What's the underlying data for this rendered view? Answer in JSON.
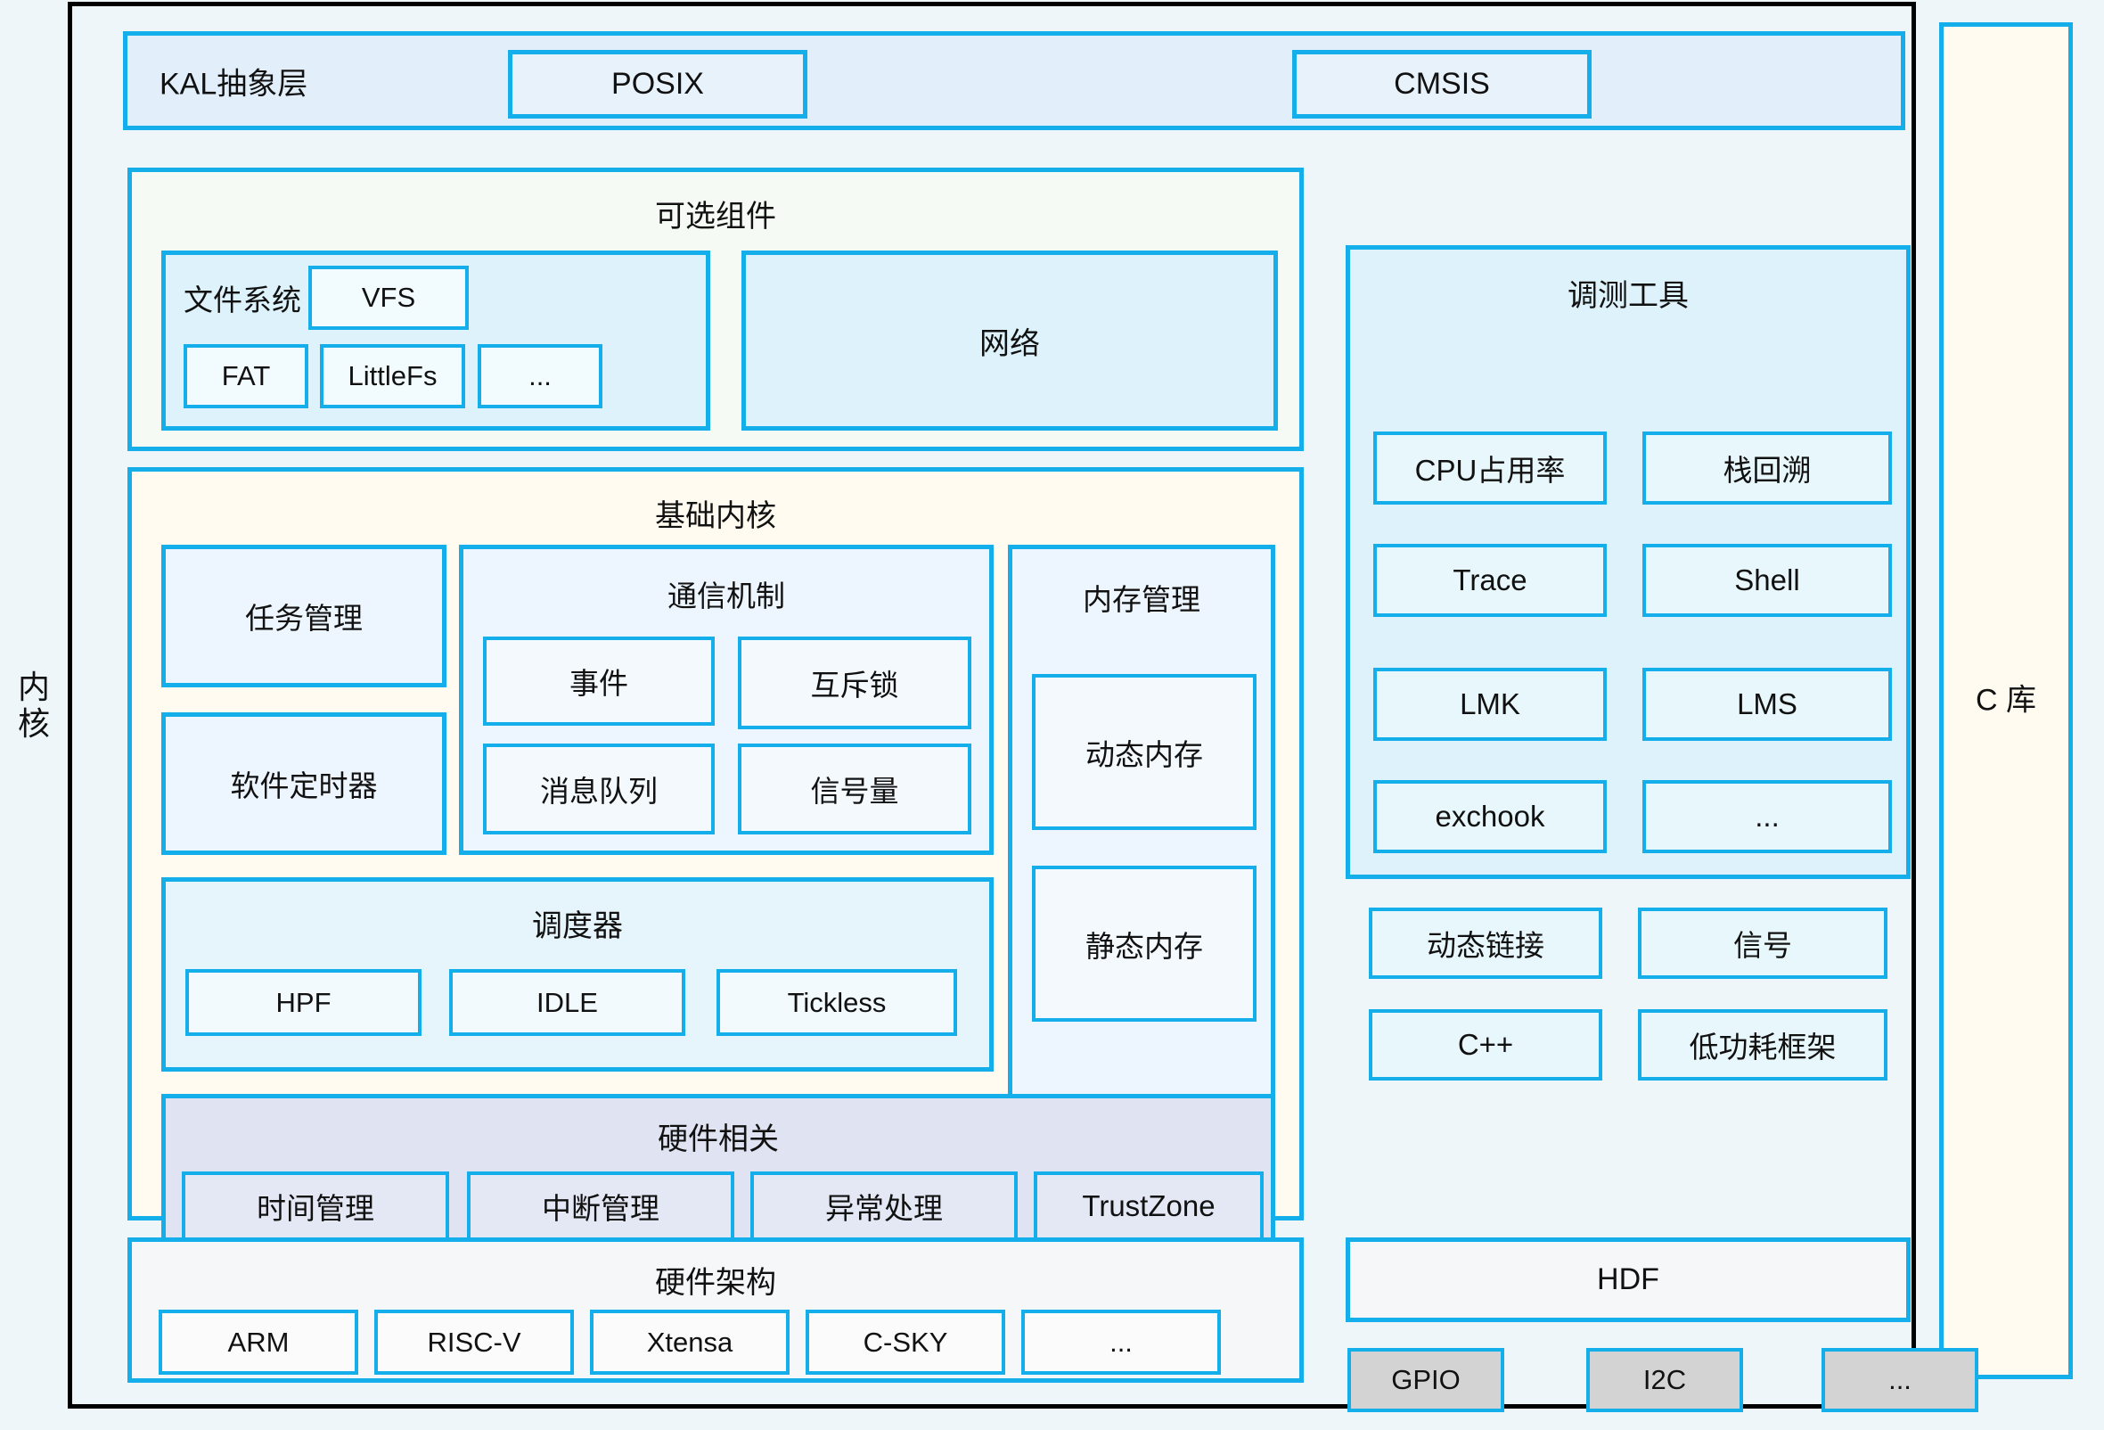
{
  "outer": {
    "kernel_label": "内\n核",
    "clib_label": "C\n库"
  },
  "kal": {
    "title": "KAL抽象层",
    "items": [
      {
        "label": "POSIX"
      },
      {
        "label": "CMSIS"
      }
    ]
  },
  "optional": {
    "title": "可选组件",
    "filesystem": {
      "title": "文件系统",
      "items": [
        {
          "label": "VFS"
        },
        {
          "label": "FAT"
        },
        {
          "label": "LittleFs"
        },
        {
          "label": "..."
        }
      ]
    },
    "network": {
      "label": "网络"
    }
  },
  "base_kernel": {
    "title": "基础内核",
    "task_management": "任务管理",
    "software_timer": "软件定时器",
    "communication": {
      "title": "通信机制",
      "items": [
        {
          "label": "事件"
        },
        {
          "label": "互斥锁"
        },
        {
          "label": "消息队列"
        },
        {
          "label": "信号量"
        }
      ]
    },
    "memory_management": {
      "title": "内存管理",
      "items": [
        {
          "label": "动态内存"
        },
        {
          "label": "静态内存"
        }
      ]
    },
    "scheduler": {
      "title": "调度器",
      "items": [
        {
          "label": "HPF"
        },
        {
          "label": "IDLE"
        },
        {
          "label": "Tickless"
        }
      ]
    },
    "hardware_related": {
      "title": "硬件相关",
      "items": [
        {
          "label": "时间管理"
        },
        {
          "label": "中断管理"
        },
        {
          "label": "异常处理"
        },
        {
          "label": "TrustZone"
        }
      ]
    }
  },
  "hardware_architecture": {
    "title": "硬件架构",
    "items": [
      {
        "label": "ARM"
      },
      {
        "label": "RISC-V"
      },
      {
        "label": "Xtensa"
      },
      {
        "label": "C-SKY"
      },
      {
        "label": "..."
      }
    ]
  },
  "debug_tools": {
    "title": "调测工具",
    "items": [
      {
        "label": "CPU占用率"
      },
      {
        "label": "栈回溯"
      },
      {
        "label": "Trace"
      },
      {
        "label": "Shell"
      },
      {
        "label": "LMK"
      },
      {
        "label": "LMS"
      },
      {
        "label": "exchook"
      },
      {
        "label": "..."
      }
    ]
  },
  "right_extras": {
    "items": [
      {
        "label": "动态链接"
      },
      {
        "label": "信号"
      },
      {
        "label": "C++"
      },
      {
        "label": "低功耗框架"
      }
    ]
  },
  "hdf": {
    "title": "HDF",
    "pins": [
      {
        "label": "GPIO"
      },
      {
        "label": "I2C"
      },
      {
        "label": "..."
      }
    ]
  },
  "colors": {
    "border": "#14AEEB",
    "page_bg": "#EEF6FA",
    "kal_bg": "#E2EFFA",
    "optional_bg": "#F5FAF5",
    "kernel_bg": "#FFFBF0",
    "hwrel_bg": "#DFE3F2",
    "gray_pin": "#D3D3D3"
  }
}
